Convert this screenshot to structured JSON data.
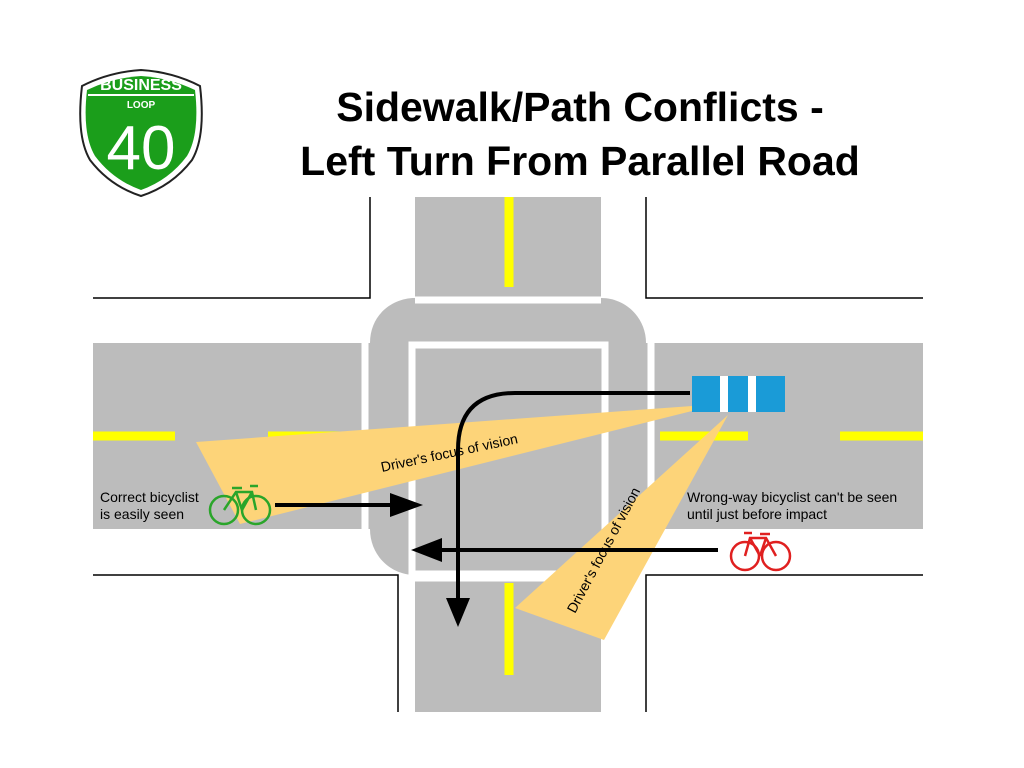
{
  "title": {
    "line1": "Sidewalk/Path Conflicts -",
    "line2": "Left Turn From Parallel Road"
  },
  "shield": {
    "top_text": "BUSINESS",
    "middle_text": "LOOP",
    "route_number": "40",
    "color": "#1b9e1b"
  },
  "labels": {
    "correct_line1": "Correct bicyclist",
    "correct_line2": "is easily seen",
    "wrong_line1": "Wrong-way bicyclist can't be seen",
    "wrong_line2": "until just before impact",
    "vision_1": "Driver's focus of vision",
    "vision_2": "Driver's focus of vision"
  },
  "colors": {
    "road": "#bcbcbc",
    "lane_marking": "#ffff00",
    "vision_cone": "#fdd479",
    "car": "#1a9bd7",
    "correct_bicyclist": "#2aa52a",
    "wrong_bicyclist": "#e02020",
    "arrow": "#000000"
  }
}
